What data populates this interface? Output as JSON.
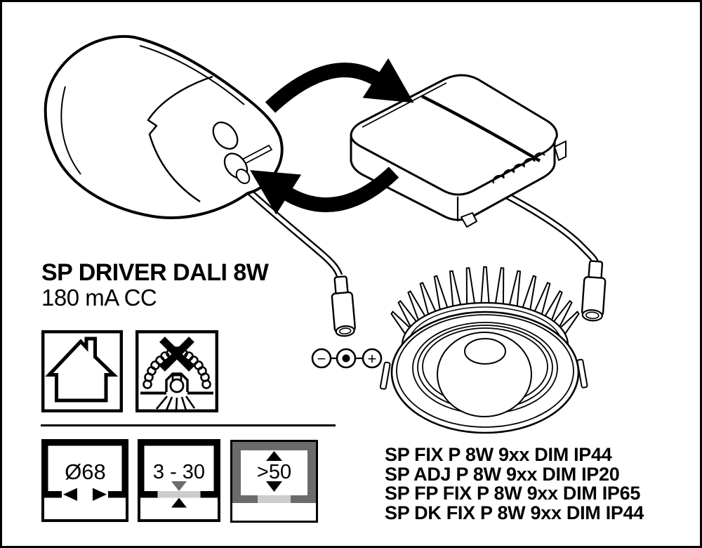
{
  "title": "SP DRIVER DALI 8W",
  "subtitle": "180 mA CC",
  "products": [
    "SP FIX P 8W 9xx DIM IP44",
    "SP ADJ P 8W 9xx DIM IP20",
    "SP FP FIX P 8W 9xx DIM IP65",
    "SP DK FIX P 8W 9xx DIM IP44"
  ],
  "install_icons": {
    "cutout_diameter": "Ø68",
    "ceiling_thickness": "3 - 30",
    "min_clearance": ">50"
  },
  "polarity": {
    "negative_symbol": "−",
    "positive_symbol": "+"
  },
  "colors": {
    "ink": "#000000",
    "paper": "#ffffff",
    "dark_gray": "#6b6b6b",
    "light_gray": "#cccccc"
  }
}
